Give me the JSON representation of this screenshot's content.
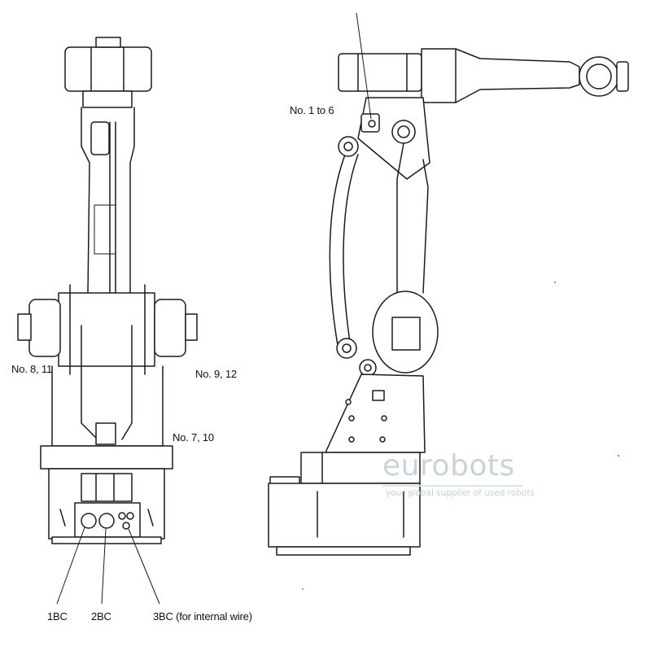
{
  "labels": {
    "no_1_6": "No. 1 to 6",
    "no_8_11": "No. 8, 11",
    "no_9_12": "No. 9, 12",
    "no_7_10": "No. 7, 10",
    "bc1": "1BC",
    "bc2": "2BC",
    "bc3": "3BC (for internal wire)"
  },
  "watermark": {
    "logo": "eurobots",
    "tagline": "your global supplier of used robots"
  }
}
